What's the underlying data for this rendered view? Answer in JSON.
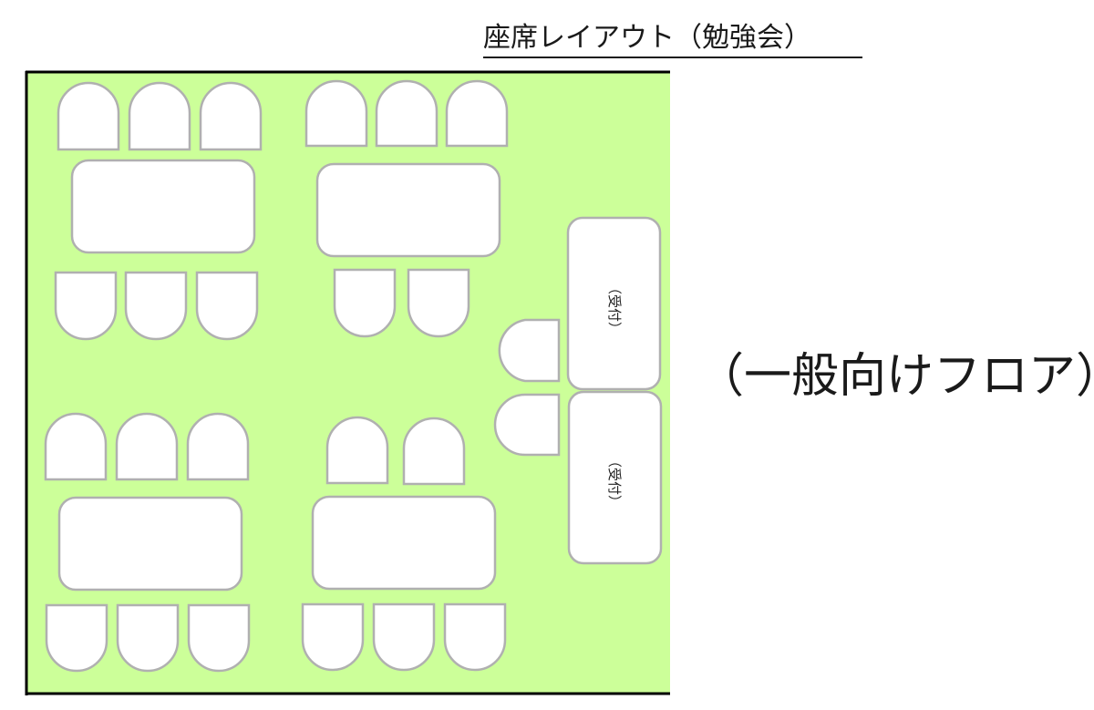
{
  "title": "座席レイアウト（勉強会）",
  "floor_label": "（一般向けフロア）",
  "reception_label": "（受付）",
  "colors": {
    "floor": "#ccff99",
    "border": "#000000",
    "furniture_fill": "#ffffff",
    "furniture_stroke": "#b0b0b0"
  }
}
